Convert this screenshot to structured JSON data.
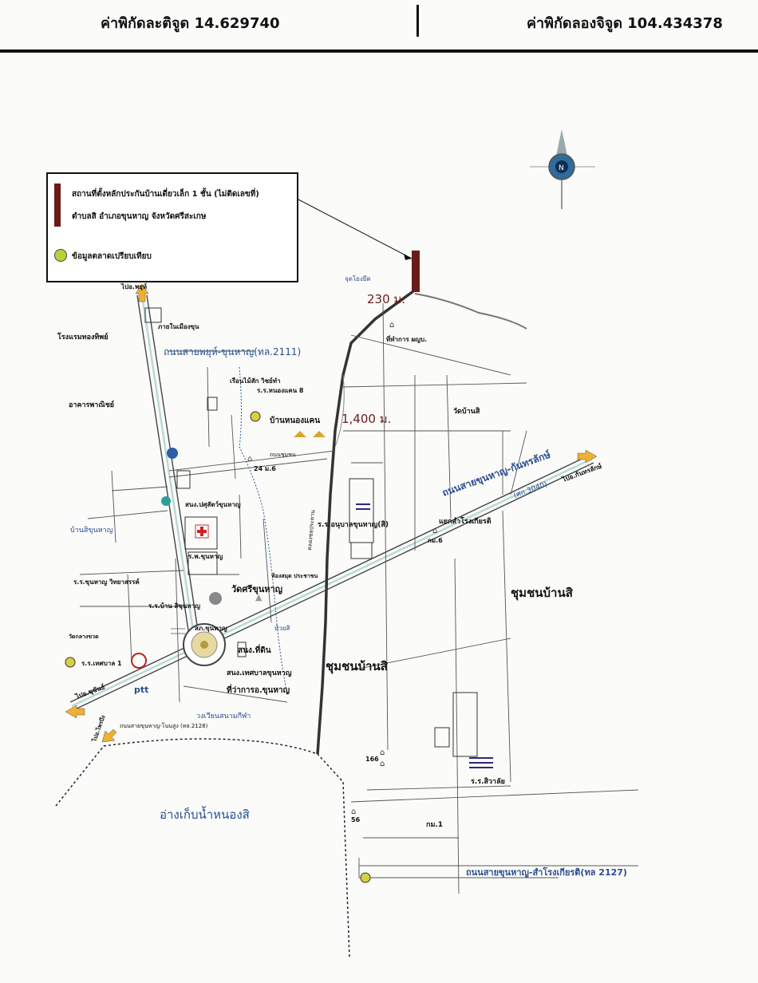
{
  "header": {
    "lat_label": "ค่าพิกัดละติจูด 14.629740",
    "lon_label": "ค่าพิกัดลองจิจูด 104.434378"
  },
  "legend": {
    "item1": "สถานที่ตั้งหลักประกันบ้านเดี่ยวเล็ก 1 ชั้น (ไม่ติดเลขที่)",
    "item2": "ตำบลสิ อำเภอขุนหาญ จังหวัดศรีสะเกษ",
    "item3": "ข้อมูลตลาดเปรียบเทียบ",
    "marker_color": "#6b1a1a",
    "comp_color": "#b6d43a"
  },
  "labels": {
    "to_phu_sing": "ไปอ.พยุห์",
    "hotel": "โรงแรมทองทิพย์",
    "gas_station": "ภายในเมืองขุน",
    "road_2111": "ถนนสายพยุห์-ขุนหาญ(ทล.2111)",
    "commercial": "อาคารพาณิชย์",
    "wood_house": "เรือนไม้สัก วิชย์ทำ",
    "school_nongkae": "ร.ร.หนองแคน 8",
    "ban_nongkaen": "บ้านหนองแคน",
    "distance_1400": "1,400 ม.",
    "distance_230": "230 ม.",
    "junction_name": "จุดโยงยึด",
    "office": "ที่ทำการ ผญบ.",
    "wat_ban_si": "วัดบ้านสิ",
    "m6": "24 ม.6",
    "road_name_small": "ถนนชุมชน",
    "road_kanthararak": "ถนนสายขุนหาญ-กันทรลักษ์",
    "road_3040": "(ศก.3040)",
    "to_kanthararak": "ไปอ.กันทรลักษ์",
    "tambon_office": "สนง.ปศุสัตว์ขุนหาญ",
    "school_anuban": "ร.ร.อนุบาลขุนหาญ(สิ)",
    "intersection": "แยกสำโรงเกียรติ",
    "km6": "กม.6",
    "ban_si_khunhan": "บ้านสิขุนหาญ",
    "hospital": "ร.พ.ขุนหาญ",
    "wat_si_khunhan": "วัดศรีขุนหาญ",
    "library": "ห้องสมุด ประชาชน",
    "school_khunhan_wit": "ร.ร.ขุนหาญ วิทยาสรรค์",
    "school_ban_si": "ร.ร.บ้าน สิขุนหาญ",
    "district_office": "สภ.ขุนหาญ",
    "community1": "ชุมชนบ้านสิ",
    "community2": "ชุมชนบ้านสิ",
    "land_office": "สนง.ที่ดิน",
    "municipal": "สนง.เทศบาลขุนหาญ",
    "district_hall": "ที่ว่าการอ.ขุนหาญ",
    "wat_klang": "วัดกลางขวด",
    "school_kakao": "ร.ร.เทศบาล 1",
    "to_huai_thap": "ไปอ.ขุขันธ์",
    "ptt": "ptt",
    "to_phrai_bueng": "ไปอ.ไพรบึง",
    "road_2128": "ถนนสายขุนหาญ-โนนสูง (ทล.2128)",
    "stadium": "วงเวียนสนามกีฬา",
    "huai_si": "ห้วยสิ",
    "canal": "คลองชลประทาน",
    "reservoir": "อ่างเก็บน้ำหนองสิ",
    "school_siwalai": "ร.ร.สิวาลัย",
    "house_166": "166",
    "house_56": "56",
    "km1": "กม.1",
    "road_2127": "ถนนสายขุนหาญ-สำโรงเกียรติ(ทล 2127)"
  }
}
